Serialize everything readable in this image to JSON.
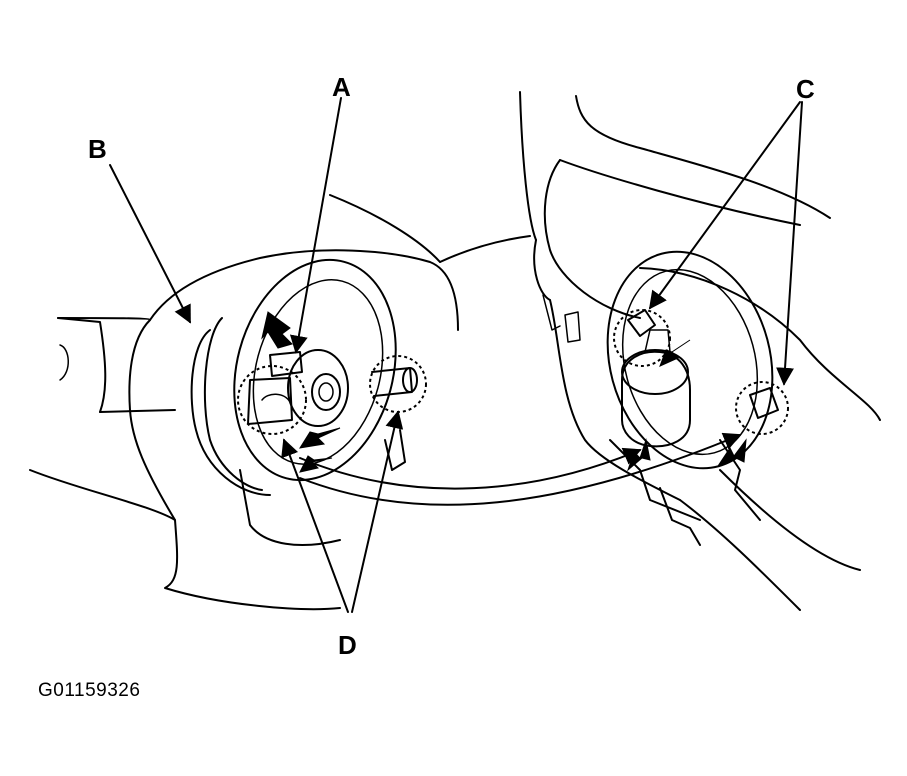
{
  "callouts": {
    "a": "A",
    "b": "B",
    "c": "C",
    "d": "D"
  },
  "figure_id": "G01159326"
}
